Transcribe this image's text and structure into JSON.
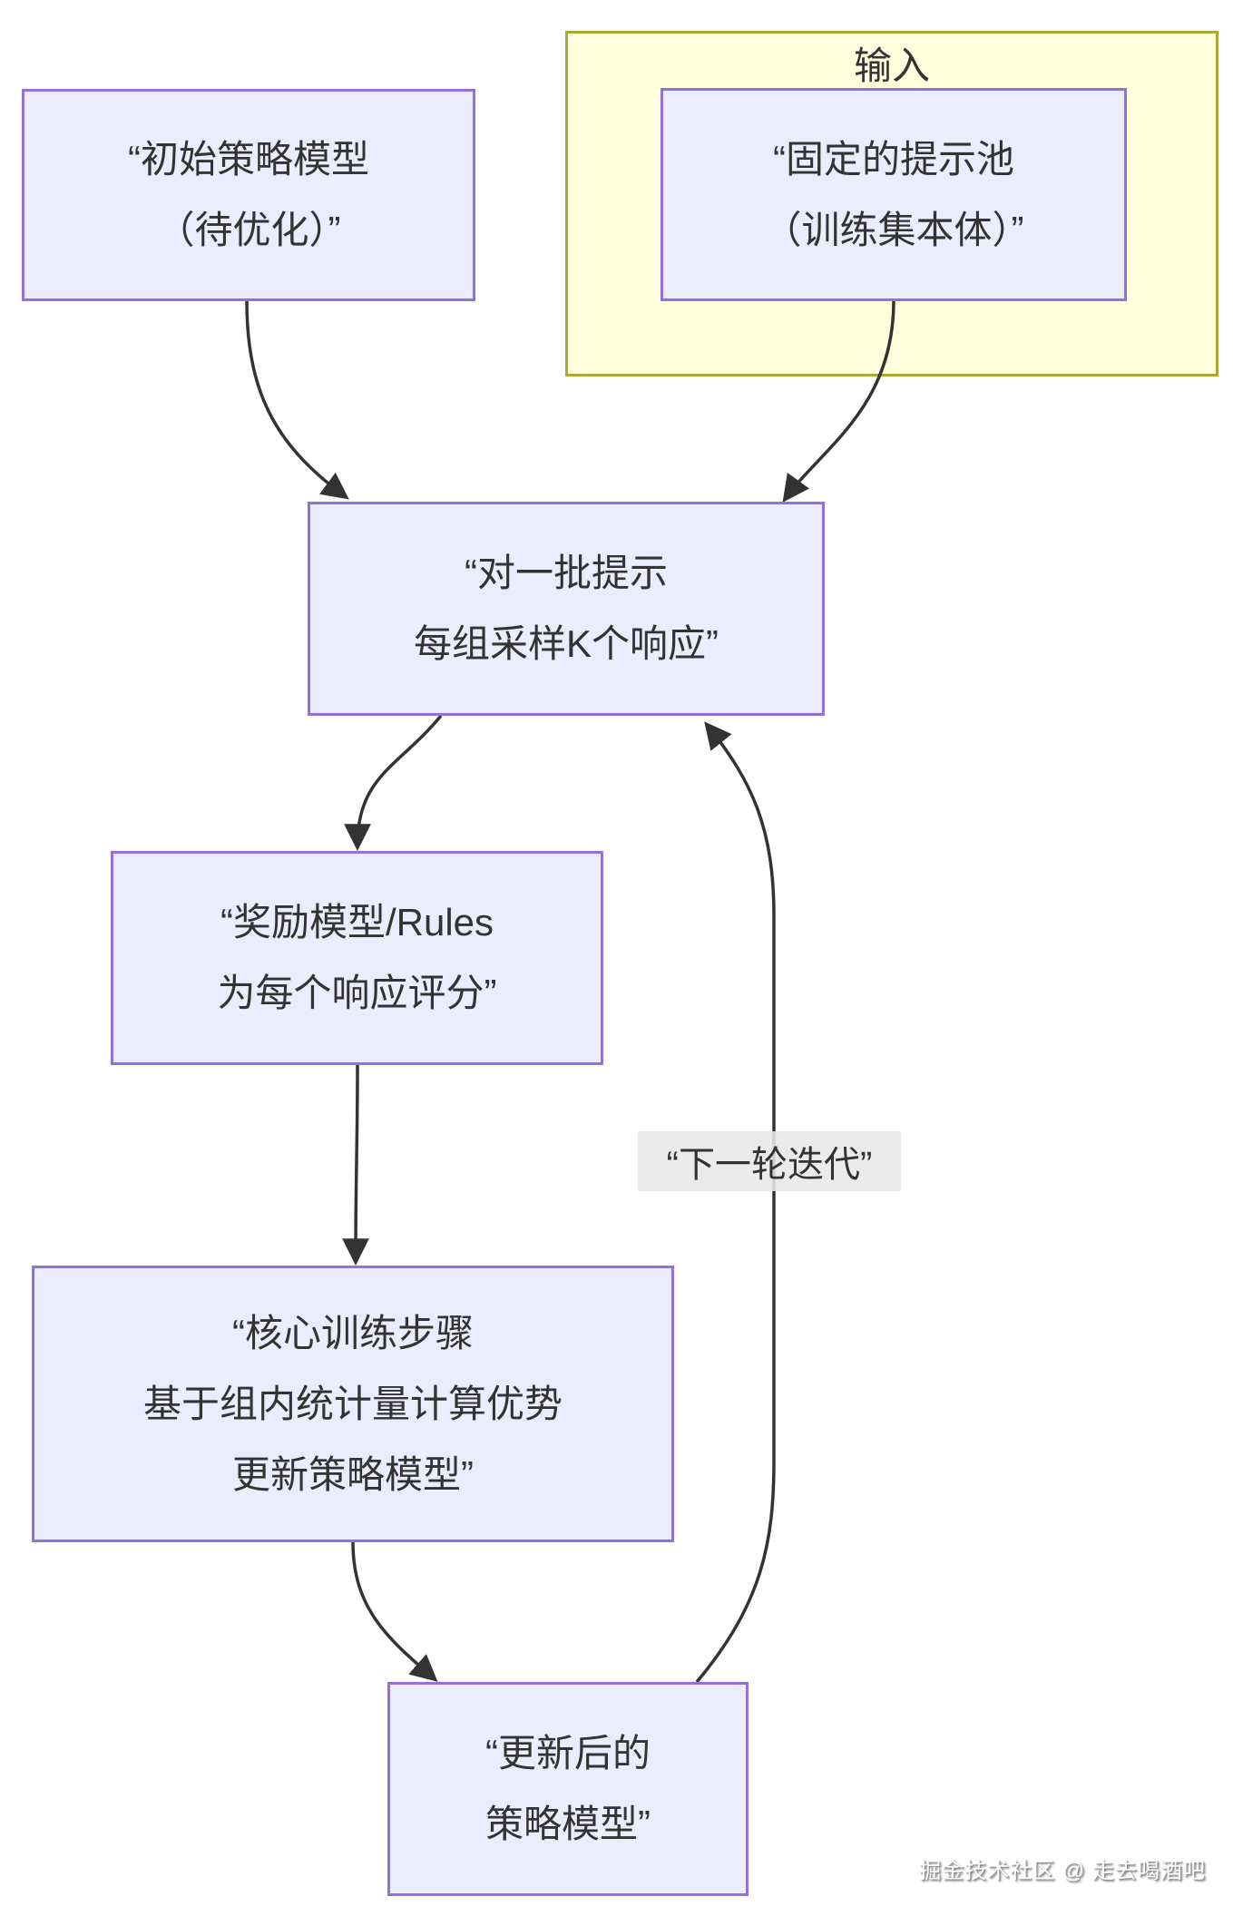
{
  "diagram": {
    "cluster": {
      "title": "输入"
    },
    "nodes": {
      "initial_policy": {
        "lines": [
          "“初始策略模型",
          "（待优化）”"
        ]
      },
      "prompt_pool": {
        "lines": [
          "“固定的提示池",
          "（训练集本体）”"
        ]
      },
      "sample_responses": {
        "lines": [
          "“对一批提示",
          "每组采样K个响应”"
        ]
      },
      "reward_scoring": {
        "lines": [
          "“奖励模型/Rules",
          "为每个响应评分”"
        ]
      },
      "core_training": {
        "lines": [
          "“核心训练步骤",
          "基于组内统计量计算优势",
          "更新策略模型”"
        ]
      },
      "updated_policy": {
        "lines": [
          "“更新后的",
          "策略模型”"
        ]
      }
    },
    "edge_labels": {
      "next_iteration": "“下一轮迭代”"
    },
    "colors": {
      "node-fill": "#ECECFF",
      "node-border": "#9370DB",
      "cluster-fill": "#FFFFDE",
      "cluster-border": "#AAAA33",
      "edge": "#333333",
      "edge-label-bg": "#E8E8E8",
      "text": "#333333"
    }
  },
  "watermark": {
    "text": "掘金技术社区 @ 走去喝酒吧"
  }
}
